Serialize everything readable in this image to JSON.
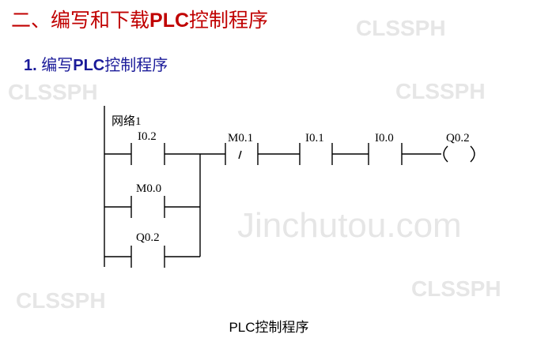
{
  "slide": {
    "title_prefix": "二、编写和下载",
    "title_bold": "PLC",
    "title_suffix": "控制程序",
    "subtitle_num": "1.",
    "subtitle_pre": " 编写",
    "subtitle_bold": "PLC",
    "subtitle_suffix": "控制程序",
    "caption": "PLC控制程序",
    "watermark": "Jinchutou.com",
    "logo_text": "CLSSPH"
  },
  "ladder": {
    "network_label": "网络1",
    "contacts": [
      {
        "address": "I0.2",
        "type": "normally-open",
        "branch": "main"
      },
      {
        "address": "M0.0",
        "type": "normally-open",
        "branch": "parallel-1"
      },
      {
        "address": "Q0.2",
        "type": "normally-open",
        "branch": "parallel-2"
      },
      {
        "address": "M0.1",
        "type": "normally-closed",
        "branch": "main"
      },
      {
        "address": "I0.1",
        "type": "normally-open",
        "branch": "main"
      },
      {
        "address": "I0.0",
        "type": "normally-open",
        "branch": "main"
      }
    ],
    "coil": {
      "address": "Q0.2"
    },
    "colors": {
      "title": "#c00000",
      "subtitle": "#1a1a99"
    }
  }
}
